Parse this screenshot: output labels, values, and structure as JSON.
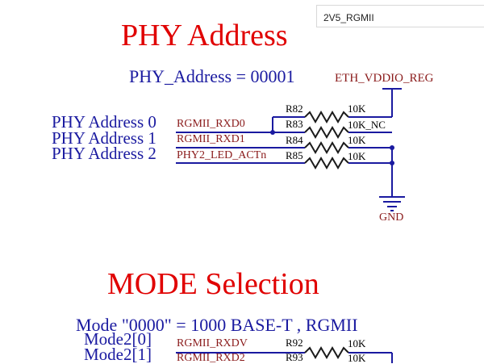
{
  "tab": {
    "label": "2V5_RGMII"
  },
  "phy": {
    "title": "PHY Address",
    "subtitle": "PHY_Address = 00001",
    "power_net": "ETH_VDDIO_REG",
    "ground_net": "GND",
    "rows": [
      {
        "pin_label": "PHY Address  0",
        "net": "RGMII_RXD0",
        "ref": "R83",
        "value": "10K_NC"
      },
      {
        "pin_label": "PHY Address  1",
        "net": "RGMII_RXD1",
        "ref": "R84",
        "value": "10K"
      },
      {
        "pin_label": "PHY Address  2",
        "net": "PHY2_LED_ACTn",
        "ref": "R85",
        "value": "10K"
      }
    ],
    "pullup": {
      "ref": "R82",
      "value": "10K"
    }
  },
  "mode": {
    "title": "MODE Selection",
    "subtitle": "Mode \"0000\" = 1000 BASE-T , RGMII",
    "rows": [
      {
        "pin_label": "Mode2[0]",
        "net": "RGMII_RXDV",
        "ref": "R92",
        "value": "10K"
      },
      {
        "pin_label": "Mode2[1]",
        "net": "RGMII_RXD2",
        "ref": "R93",
        "value": "10K"
      }
    ]
  },
  "colors": {
    "title": "#e00000",
    "label": "#1a1aa0",
    "net": "#8a1a1a",
    "wire": "#1a1aa0",
    "resistor": "#1a1a1a"
  }
}
